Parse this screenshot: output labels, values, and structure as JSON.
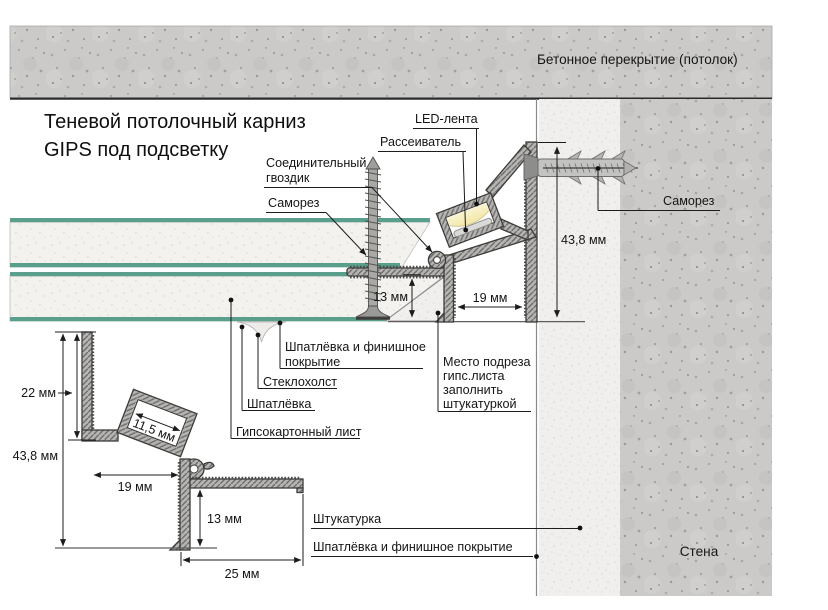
{
  "title": {
    "line1": "Теневой потолочный карниз",
    "line2": "GIPS под подсветку"
  },
  "labels": {
    "ceiling_slab": "Бетонное перекрытие (потолок)",
    "wall": "Стена",
    "led_strip": "LED-лента",
    "diffuser": "Рассеиватель",
    "connecting_nail_l1": "Соединительный",
    "connecting_nail_l2": "гвоздик",
    "screw_left": "Саморез",
    "screw_right": "Саморез",
    "putty_finish_l1": "Шпатлёвка и финишное",
    "putty_finish_l2": "покрытие",
    "fiberglass": "Стеклохолст",
    "putty": "Шпатлёвка",
    "gypsum_board": "Гипсокартонный лист",
    "cut_note_l1": "Место подреза",
    "cut_note_l2": "гипс.листа",
    "cut_note_l3": "заполнить",
    "cut_note_l4": "штукатуркой",
    "plaster_wall": "Штукатурка",
    "putty_finish_wall": "Шпатлёвка и финишное покрытие"
  },
  "dimensions": {
    "profile_height": "43,8 мм",
    "shadow_gap_width": "19 мм",
    "board_recess": "13 мм",
    "cs_upper_leg": "22 мм",
    "cs_total_height": "43,8 мм",
    "cs_channel_inner": "11,5 мм",
    "cs_leg_spacing": "19 мм",
    "cs_lower_leg": "13 мм",
    "cs_flange_width": "25 мм"
  },
  "colors": {
    "drywall_edge_green": "#5a9e8c",
    "profile_metal": "#b6b5b3",
    "led_glow": "#f6eeb6",
    "concrete": "#cbcac8",
    "stucco": "#f0efed",
    "line": "#1c1c1c"
  }
}
